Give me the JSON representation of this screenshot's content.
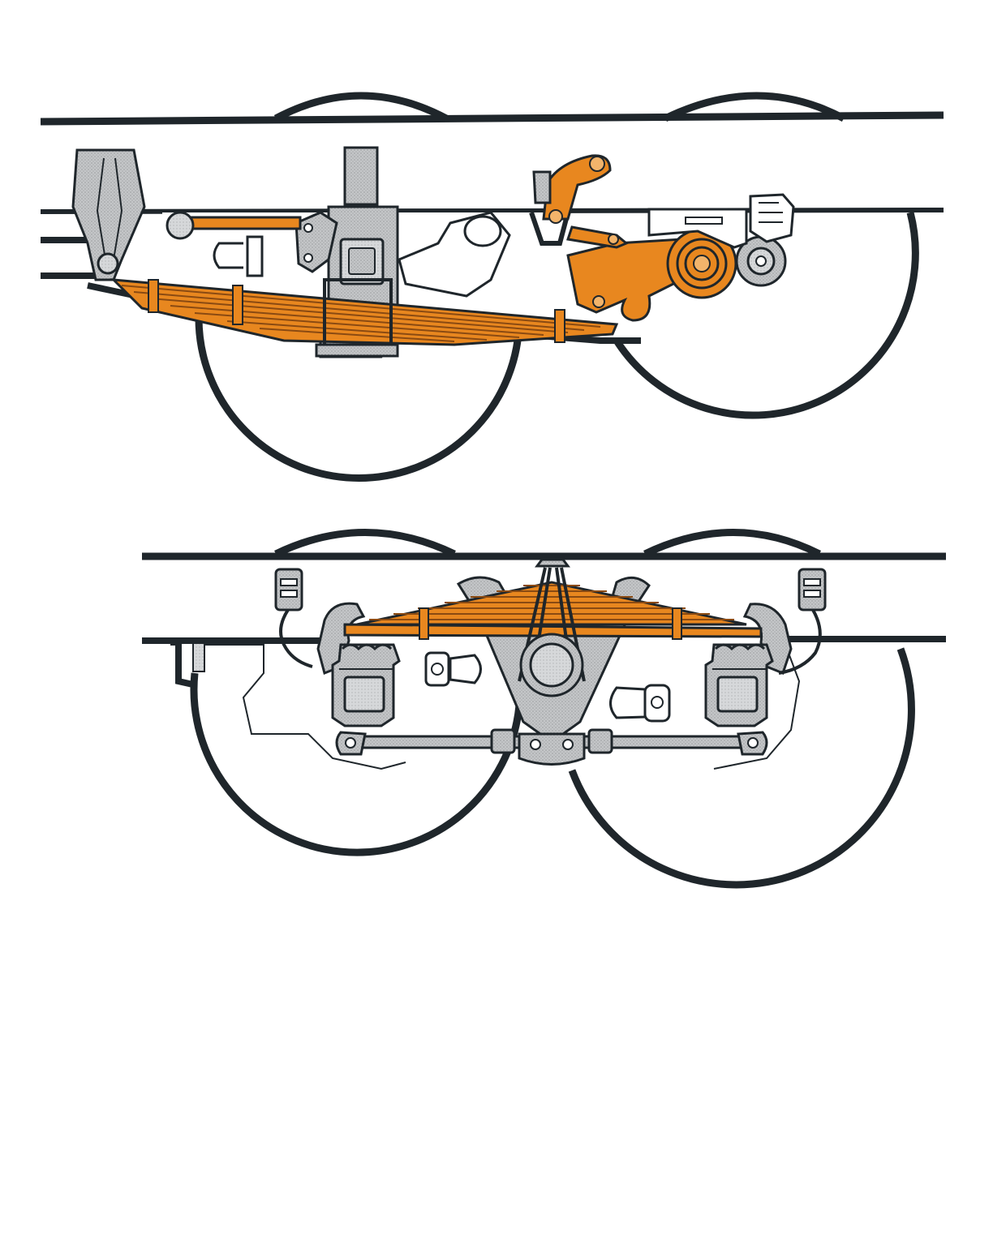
{
  "figure": {
    "background": "#ffffff",
    "colors": {
      "outline": "#1f262b",
      "spring_orange": "#e8871f",
      "spring_dark": "#8a4a12",
      "casting_gray": "#b9bbbd",
      "casting_light": "#dadcde",
      "fill_white": "#ffffff"
    },
    "diagrams": [
      {
        "id": "upper",
        "kind": "side elevation",
        "wheel_count": 2,
        "spring_highlight": "orange"
      },
      {
        "id": "lower",
        "kind": "side elevation",
        "wheel_count": 2,
        "spring_highlight": "orange"
      }
    ]
  }
}
